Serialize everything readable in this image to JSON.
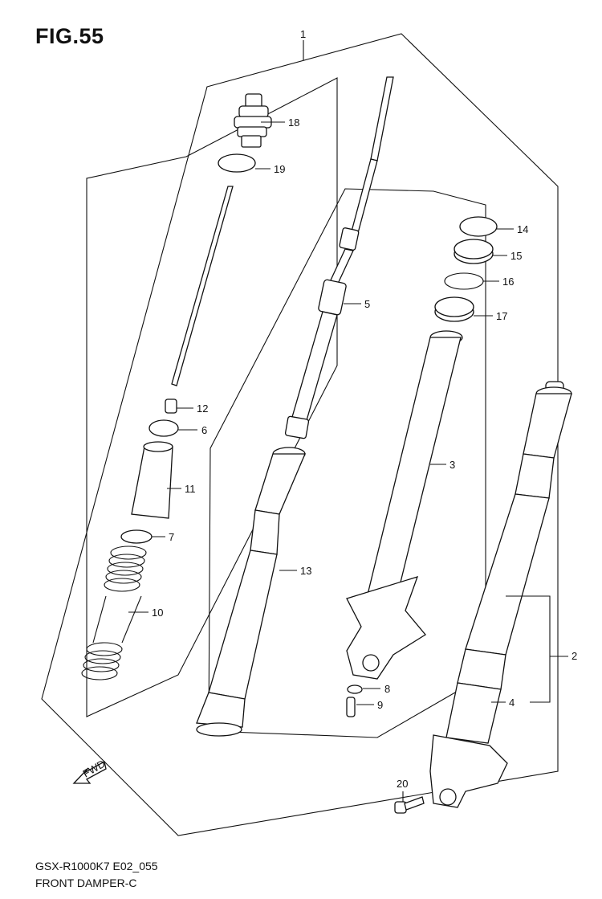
{
  "figure_title": "FIG.55",
  "model_code": "GSX-R1000K7 E02_055",
  "model_name": "FRONT DAMPER-C",
  "fwd_label": "FWD",
  "callouts": [
    {
      "id": "c1",
      "label": "1"
    },
    {
      "id": "c2",
      "label": "2"
    },
    {
      "id": "c3",
      "label": "3"
    },
    {
      "id": "c4",
      "label": "4"
    },
    {
      "id": "c5",
      "label": "5"
    },
    {
      "id": "c6",
      "label": "6"
    },
    {
      "id": "c7",
      "label": "7"
    },
    {
      "id": "c8",
      "label": "8"
    },
    {
      "id": "c9",
      "label": "9"
    },
    {
      "id": "c10",
      "label": "10"
    },
    {
      "id": "c11",
      "label": "11"
    },
    {
      "id": "c12",
      "label": "12"
    },
    {
      "id": "c13",
      "label": "13"
    },
    {
      "id": "c14",
      "label": "14"
    },
    {
      "id": "c15",
      "label": "15"
    },
    {
      "id": "c16",
      "label": "16"
    },
    {
      "id": "c17",
      "label": "17"
    },
    {
      "id": "c18",
      "label": "18"
    },
    {
      "id": "c19",
      "label": "19"
    },
    {
      "id": "c20",
      "label": "20"
    }
  ]
}
